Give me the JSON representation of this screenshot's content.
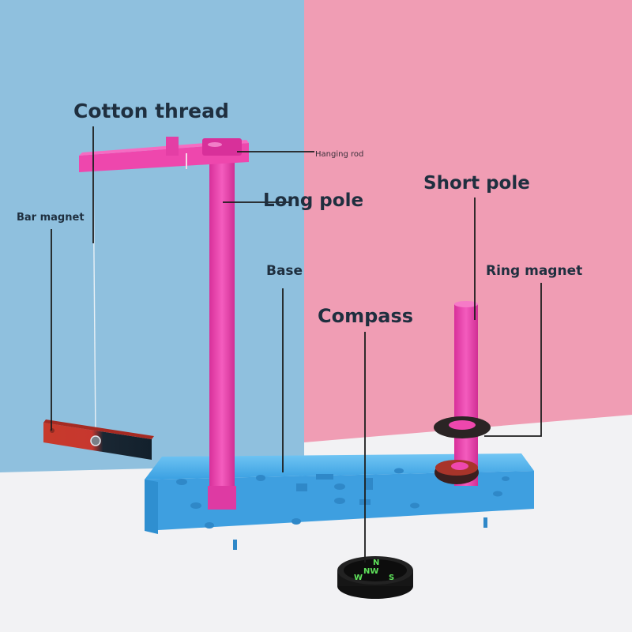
{
  "labels": {
    "cotton_thread": "Cotton thread",
    "hanging_rod": "Hanging rod",
    "long_pole": "Long pole",
    "short_pole": "Short pole",
    "bar_magnet": "Bar magnet",
    "base": "Base",
    "ring_magnet": "Ring magnet",
    "compass": "Compass"
  },
  "colors": {
    "background_left": "#8fc0de",
    "background_right": "#f09db4",
    "floor": "#f2f2f4",
    "frame": "#ee47ad",
    "base_plate": "#58b6ee",
    "ring_magnet": "#2a2424",
    "bar_magnet_north": "#d23a2e",
    "bar_magnet_south": "#13212e",
    "compass_body": "#1a1a1a",
    "compass_marks": "#5fe25b",
    "leader_line": "#1d1d1d"
  }
}
